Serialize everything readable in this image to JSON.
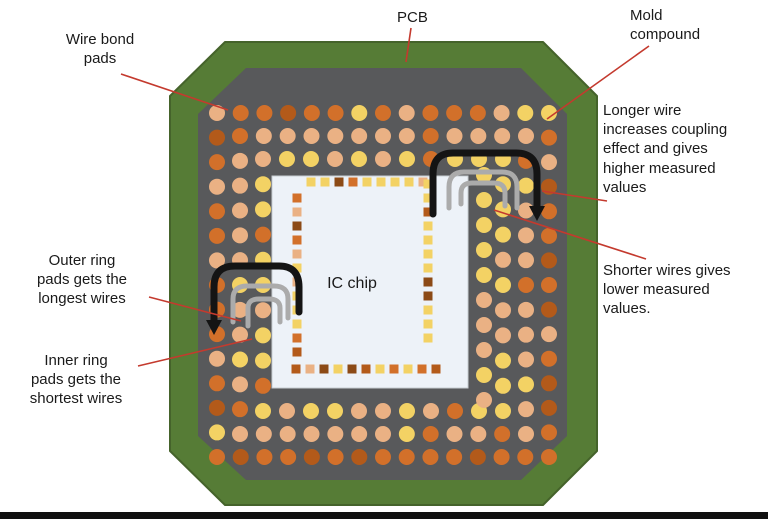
{
  "diagram": {
    "labels": {
      "wire_bond_pads": "Wire bond pads",
      "pcb": "PCB",
      "mold_compound": "Mold compound",
      "longer_wire": "Longer wire increases coupling effect and gives higher measured values",
      "shorter_wires": "Shorter wires gives lower measured values.",
      "outer_ring": "Outer ring pads gets the longest wires",
      "inner_ring": "Inner ring pads gets the shortest wires",
      "ic_chip": "IC chip"
    },
    "colors": {
      "background": "#ffffff",
      "pcb_green": "#567c36",
      "pcb_border": "#45632b",
      "mold_gray": "#58595b",
      "chip_fill": "#edf2f8",
      "chip_border": "#c8cdd2",
      "pad_orange": "#d2702a",
      "pad_dark_orange": "#b35a1a",
      "pad_peach": "#eab184",
      "pad_yellow": "#f3d264",
      "pad_brown": "#8c4a16",
      "wire_black": "#141414",
      "wire_gray": "#ababab",
      "annotation_red": "#c43a2e",
      "footer_black": "#101010",
      "text": "#1a1a1a"
    }
  }
}
